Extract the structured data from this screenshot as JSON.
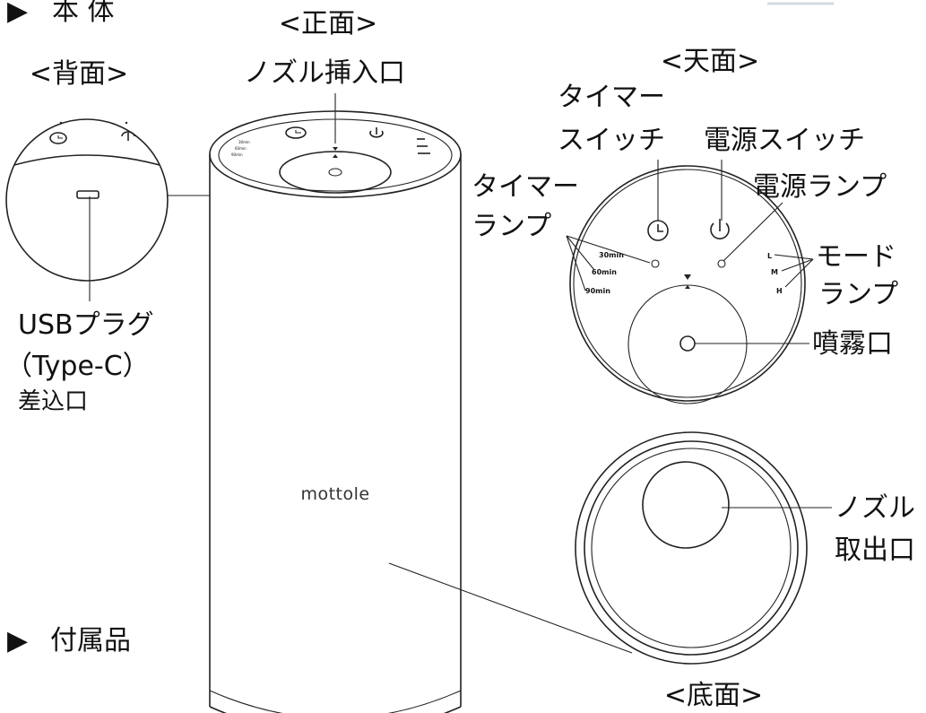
{
  "sections": {
    "main_unit": "本 体",
    "accessories": "付属品",
    "marker": "▶"
  },
  "views": {
    "back": "<背面>",
    "front": "<正面>",
    "top": "<天面>",
    "bottom": "<底面>"
  },
  "labels": {
    "nozzle_insert_port": "ノズル挿入口",
    "usb_line1": "USBプラグ",
    "usb_line2": "（Type-C）",
    "usb_line3": "差込口",
    "timer_switch_line1": "タイマー",
    "timer_switch_line2": "スイッチ",
    "power_switch": "電源スイッチ",
    "power_lamp": "電源ランプ",
    "timer_lamp_line1": "タイマー",
    "timer_lamp_line2": "ランプ",
    "mode_lamp_line1": "モード",
    "mode_lamp_line2": "ランプ",
    "mist_outlet": "噴霧口",
    "nozzle_outlet_line1": "ノズル",
    "nozzle_outlet_line2": "取出口"
  },
  "device": {
    "brand": "mottole"
  },
  "timer_settings": [
    "30min",
    "60min",
    "90min"
  ],
  "mode_settings": [
    "L",
    "M",
    "H"
  ],
  "colors": {
    "line": "#222222",
    "text": "#111111",
    "background": "#ffffff"
  }
}
